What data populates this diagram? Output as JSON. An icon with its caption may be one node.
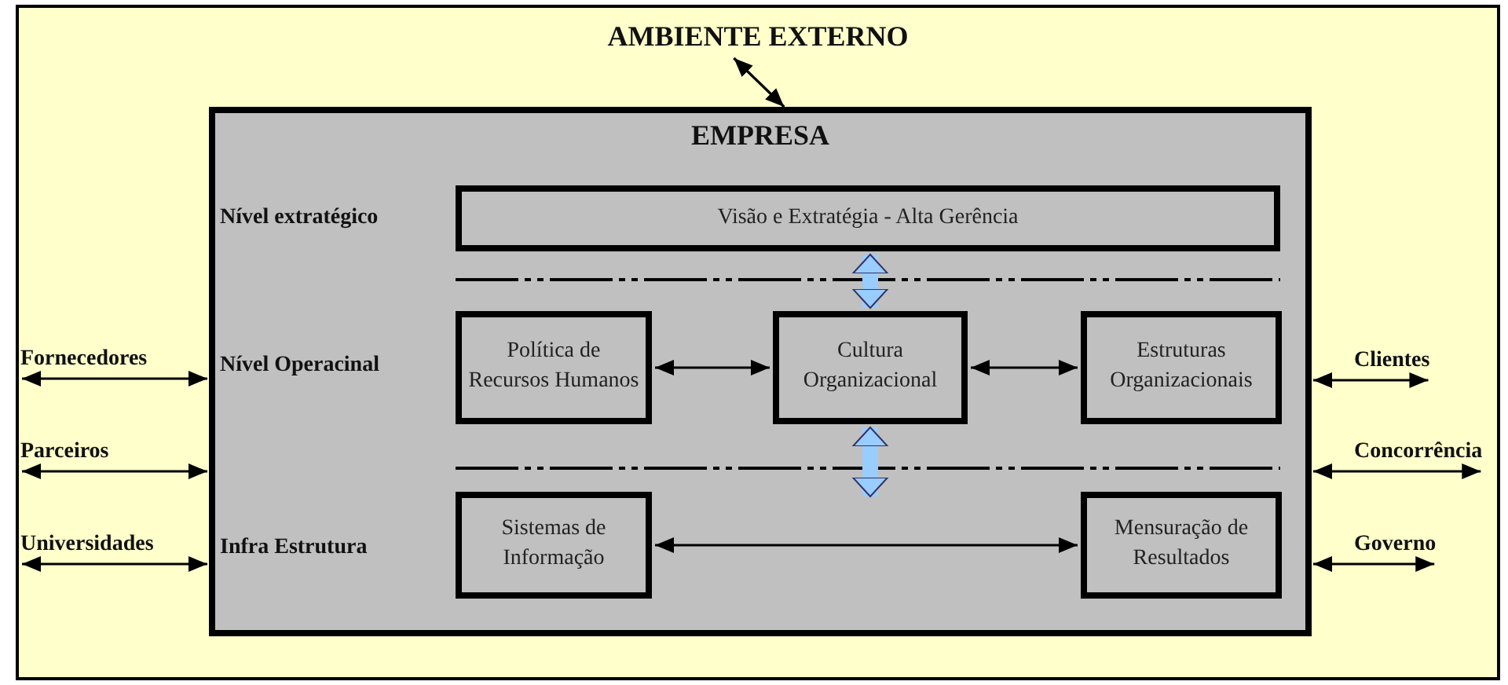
{
  "diagram": {
    "nodes": [
      {
        "text": [
          "AMBIENTE EXTERNO"
        ]
      },
      {
        "text": [
          "EMPRESA"
        ],
        "in": 0
      },
      {
        "text": [
          "Visão e Extratégia - Alta Gerência"
        ],
        "in": 1
      },
      {
        "text": [
          "Política de Recursos Humanos"
        ],
        "in": 1
      },
      {
        "text": [
          "Cultura Organizacional"
        ],
        "in": 1
      },
      {
        "text": [
          "Estruturas Organizacionais"
        ],
        "in": 1
      },
      {
        "text": [
          "Sistemas de Informação"
        ],
        "in": 1
      },
      {
        "text": [
          "Mensuração de Resultados"
        ],
        "in": 1
      },
      {
        "text": [
          "Fornecedores"
        ],
        "in": 0
      },
      {
        "text": [
          "Parceiros"
        ],
        "in": 0
      },
      {
        "text": [
          "Universidades"
        ],
        "in": 0
      },
      {
        "text": [
          "Clientes"
        ],
        "in": 0
      },
      {
        "text": [
          "Concorrência"
        ],
        "in": 0
      },
      {
        "text": [
          "Governo"
        ],
        "in": 0
      }
    ],
    "edges": [
      {
        "from": 0,
        "to": 1,
        "arrow": "both"
      },
      {
        "from": 2,
        "to": 4,
        "arrow": "both",
        "style": "thick",
        "color": "#99ccff"
      },
      {
        "from": 4,
        "to": null,
        "arrow": "both",
        "style": "thick",
        "color": "#99ccff"
      },
      {
        "from": 3,
        "to": 4,
        "arrow": "both"
      },
      {
        "from": 4,
        "to": 5,
        "arrow": "both"
      },
      {
        "from": 6,
        "to": 7,
        "arrow": "both"
      },
      {
        "from": 8,
        "to": 1,
        "arrow": "both"
      },
      {
        "from": 9,
        "to": 1,
        "arrow": "both"
      },
      {
        "from": 10,
        "to": 1,
        "arrow": "both"
      },
      {
        "from": 1,
        "to": 11,
        "arrow": "both"
      },
      {
        "from": 1,
        "to": 12,
        "arrow": "both"
      },
      {
        "from": 1,
        "to": 13,
        "arrow": "both"
      }
    ],
    "labels": [
      "Nível extratégico",
      "Nível Operacinal",
      "Infra Estrutura"
    ]
  }
}
